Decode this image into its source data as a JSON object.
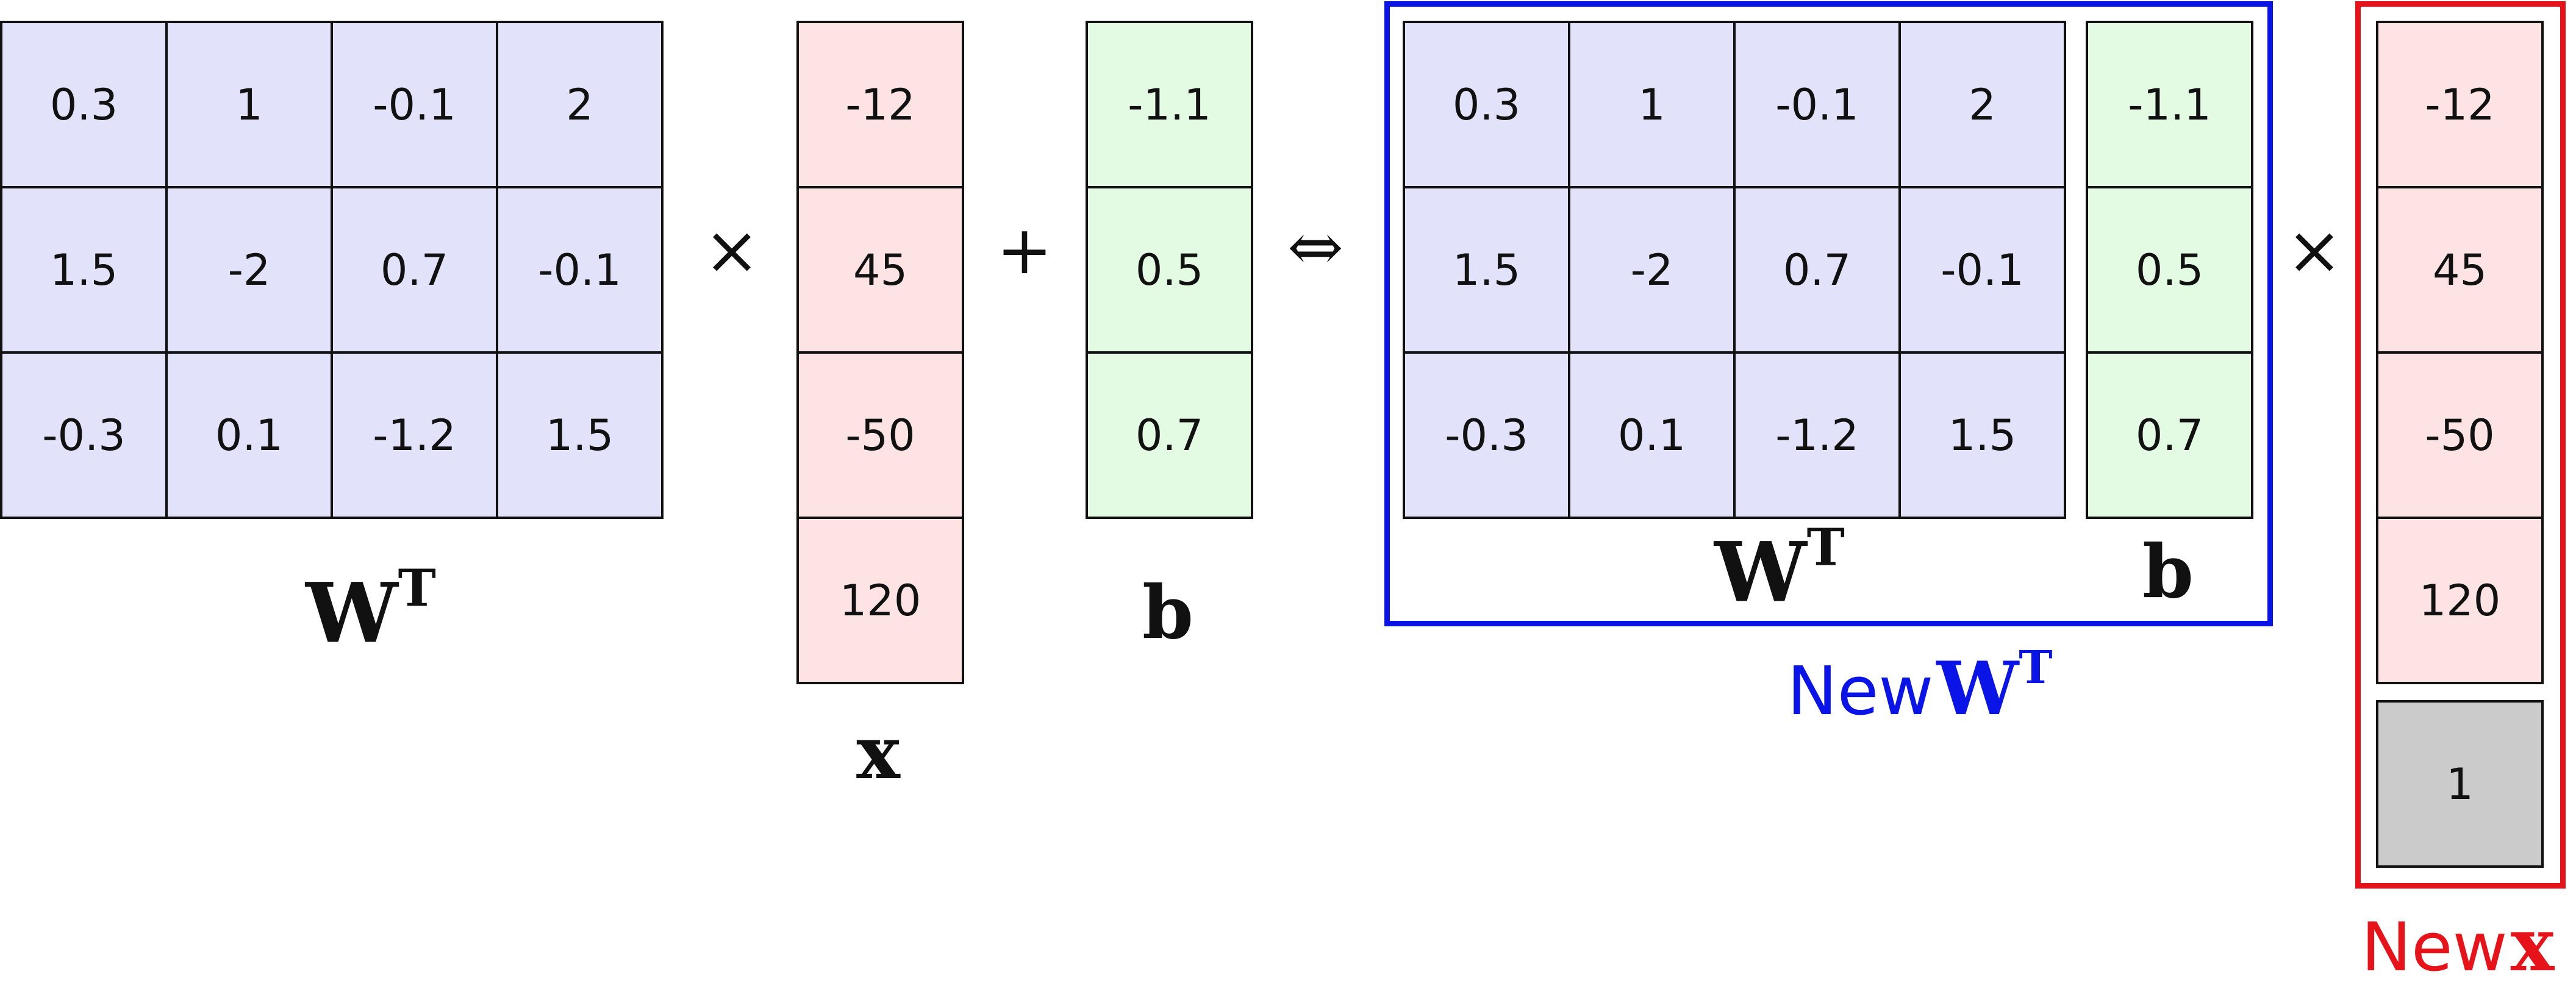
{
  "left": {
    "W_T": [
      [
        "0.3",
        "1",
        "-0.1",
        "2"
      ],
      [
        "1.5",
        "-2",
        "0.7",
        "-0.1"
      ],
      [
        "-0.3",
        "0.1",
        "-1.2",
        "1.5"
      ]
    ],
    "x": [
      "-12",
      "45",
      "-50",
      "120"
    ],
    "b": [
      "-1.1",
      "0.5",
      "0.7"
    ],
    "label_W_base": "W",
    "label_W_sup": "T",
    "label_x": "x",
    "label_b": "b",
    "times": "×",
    "plus": "+",
    "equiv": "⇔"
  },
  "right": {
    "W_T": [
      [
        "0.3",
        "1",
        "-0.1",
        "2"
      ],
      [
        "1.5",
        "-2",
        "0.7",
        "-0.1"
      ],
      [
        "-0.3",
        "0.1",
        "-1.2",
        "1.5"
      ]
    ],
    "b": [
      "-1.1",
      "0.5",
      "0.7"
    ],
    "x": [
      "-12",
      "45",
      "-50",
      "120"
    ],
    "x_extra": "1",
    "label_W_base": "W",
    "label_W_sup": "T",
    "label_b": "b",
    "times": "×",
    "new_W_word": "New",
    "new_W_base": "W",
    "new_W_sup": "T",
    "new_x_word": "New",
    "new_x_sym": "x"
  },
  "colors": {
    "w_fill": "#e2e2fb",
    "x_fill": "#fde3e3",
    "b_fill": "#e2fbe2",
    "one_fill": "#cbcbcb",
    "new_W_frame": "#0a14e6",
    "new_x_frame": "#e6141a"
  }
}
